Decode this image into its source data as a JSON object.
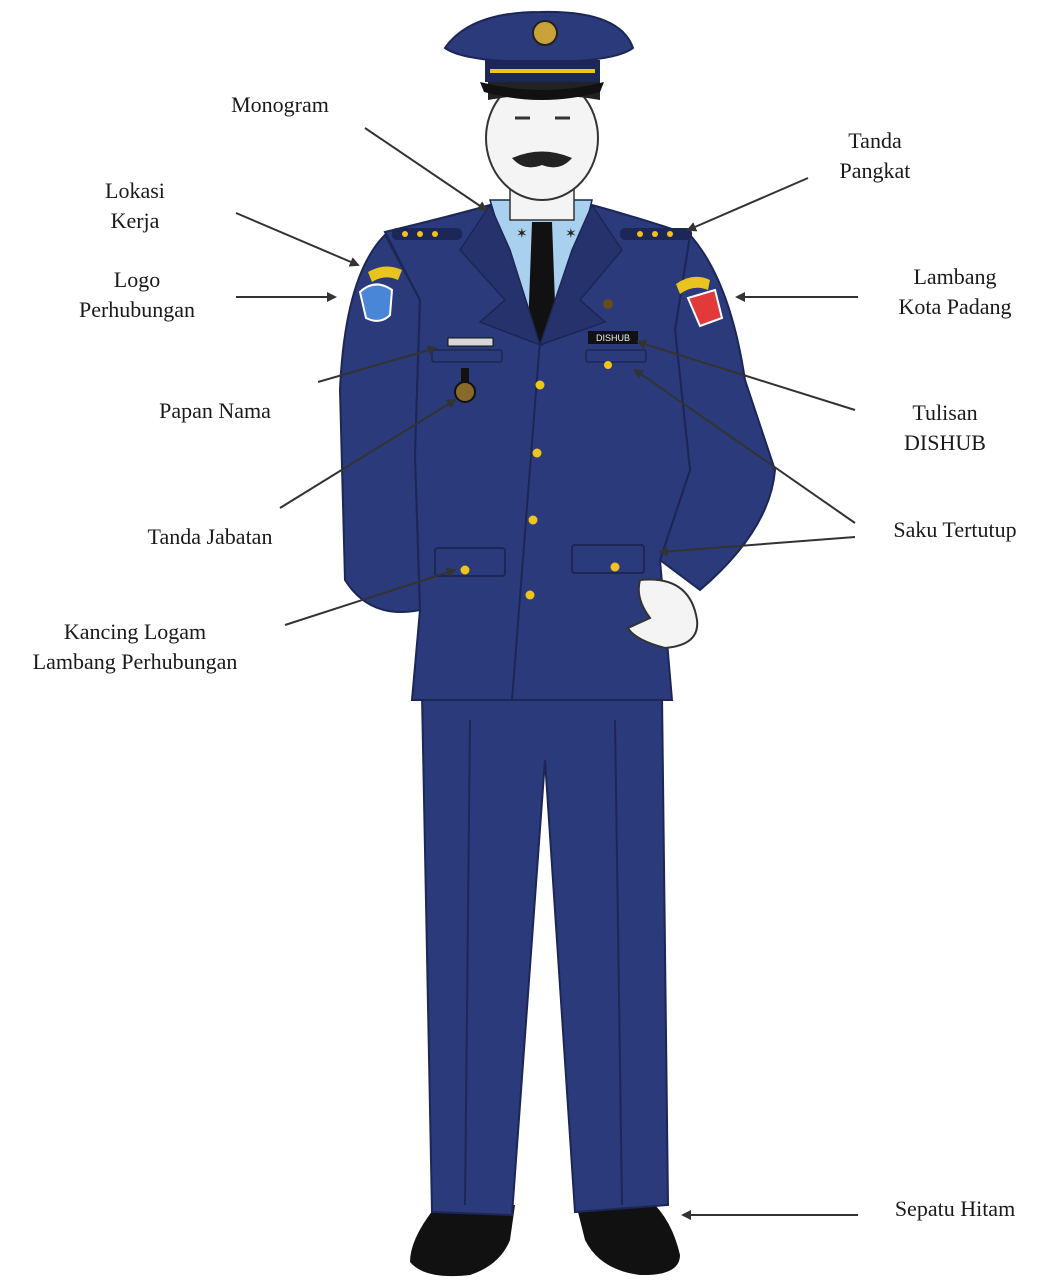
{
  "labels": {
    "monogram": "Monogram",
    "tanda_pangkat": [
      "Tanda",
      "Pangkat"
    ],
    "lokasi_kerja": [
      "Lokasi",
      "Kerja"
    ],
    "logo_perhubungan": [
      "Logo",
      "Perhubungan"
    ],
    "lambang_kota_padang": [
      "Lambang",
      "Kota Padang"
    ],
    "papan_nama": "Papan Nama",
    "tulisan_dishub": [
      "Tulisan",
      "DISHUB"
    ],
    "tanda_jabatan": "Tanda Jabatan",
    "saku_tertutup": "Saku Tertutup",
    "kancing_logam": [
      "Kancing Logam",
      "Lambang Perhubungan"
    ],
    "sepatu_hitam": "Sepatu Hitam"
  },
  "nameplate_text": "DISHUB",
  "colors": {
    "uniform": "#2b3a7a",
    "uniform_dark": "#1c2657",
    "shirt": "#a9d0ee",
    "button": "#f0c419",
    "skin": "#f4f4f4",
    "shoe": "#111111",
    "patch_blue": "#4a86d8",
    "patch_red": "#e23a3a",
    "stripe_yellow": "#e9c31e"
  }
}
